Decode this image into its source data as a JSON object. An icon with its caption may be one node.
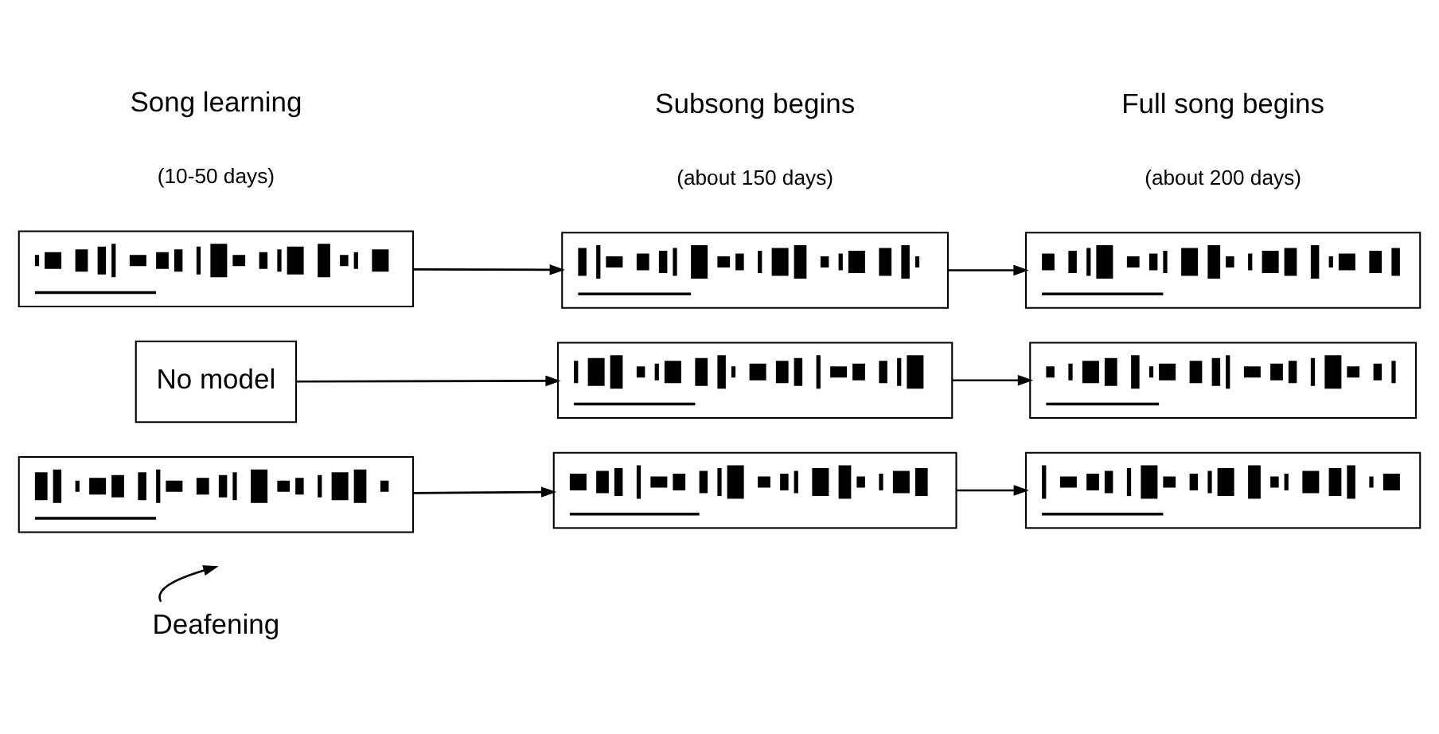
{
  "diagram": {
    "nodes": [
      {
        "text": [],
        "shape": "picture"
      },
      {
        "text": [],
        "shape": "picture"
      },
      {
        "text": [],
        "shape": "picture"
      },
      {
        "text": [
          "No model"
        ]
      },
      {
        "text": [],
        "shape": "picture"
      },
      {
        "text": [],
        "shape": "picture"
      },
      {
        "text": [],
        "shape": "picture"
      },
      {
        "text": [],
        "shape": "picture"
      },
      {
        "text": [],
        "shape": "picture"
      },
      {
        "text": [
          "Deafening"
        ]
      }
    ],
    "edges": [
      {
        "from": 0,
        "to": 1,
        "arrow": "to"
      },
      {
        "from": 1,
        "to": 2,
        "arrow": "to"
      },
      {
        "from": 3,
        "to": 4,
        "arrow": "to"
      },
      {
        "from": 4,
        "to": 5,
        "arrow": "to"
      },
      {
        "from": 6,
        "to": 7,
        "arrow": "to"
      },
      {
        "from": 7,
        "to": 8,
        "arrow": "to"
      },
      {
        "from": 9,
        "to": null,
        "arrow": "to"
      }
    ],
    "labels": [
      "Song learning",
      "(10-50 days)",
      "Subsong begins",
      "(about 150 days)",
      "Full song begins",
      "(about 200 days)"
    ]
  }
}
